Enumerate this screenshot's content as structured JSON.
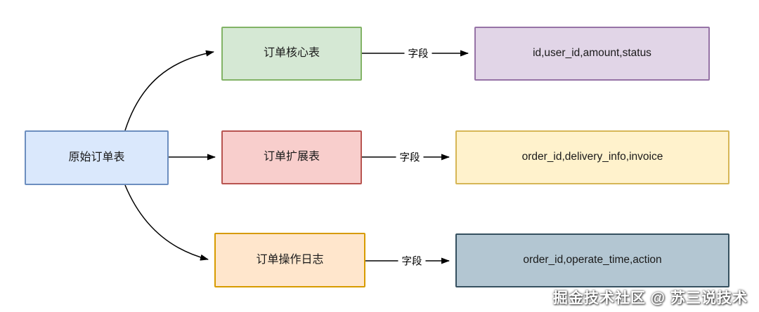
{
  "diagram": {
    "source": {
      "label": "原始订单表"
    },
    "rows": [
      {
        "table": "订单核心表",
        "edge_label": "字段",
        "fields": "id,user_id,amount,status"
      },
      {
        "table": "订单扩展表",
        "edge_label": "字段",
        "fields": "order_id,delivery_info,invoice"
      },
      {
        "table": "订单操作日志",
        "edge_label": "字段",
        "fields": "order_id,operate_time,action"
      }
    ],
    "colors": {
      "source": {
        "fill": "#dae8fc",
        "stroke": "#6c8ebf"
      },
      "core": {
        "fill": "#d5e8d4",
        "stroke": "#82b366"
      },
      "extend": {
        "fill": "#f8cecc",
        "stroke": "#b85450"
      },
      "log": {
        "fill": "#ffe6cc",
        "stroke": "#d79b00"
      },
      "core_fields": {
        "fill": "#e1d5e7",
        "stroke": "#9673a6"
      },
      "extend_fields": {
        "fill": "#fff2cc",
        "stroke": "#d6b656"
      },
      "log_fields": {
        "fill": "#b3c6d2",
        "stroke": "#35505f"
      },
      "arrow": "#000000"
    },
    "watermark": "掘金技术社区 @ 苏三说技术"
  }
}
